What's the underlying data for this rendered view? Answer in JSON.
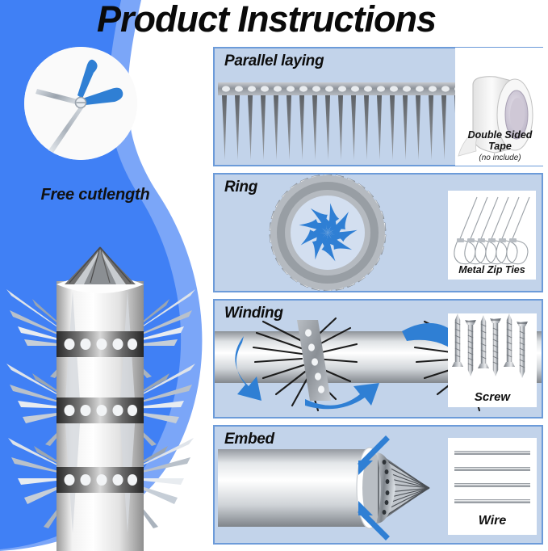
{
  "page": {
    "title": "Product Instructions",
    "background_color": "#ffffff",
    "accent_blue": "#4080f5",
    "accent_blue_light": "#7ba6f8",
    "panel_fill": "#c2d3ea",
    "panel_border": "#6c9bd9"
  },
  "highlight": {
    "badge_icon": "scissors-icon",
    "label": "Free cutlength"
  },
  "product": {
    "icon": "spiked-pole-product-photo",
    "band_count": 3
  },
  "panels": [
    {
      "id": "parallel",
      "title": "Parallel laying",
      "art": "spike-strip-row-icon",
      "inset": {
        "icon": "double-sided-tape-roll-icon",
        "label": "Double Sided Tape",
        "sublabel": "(no include)"
      }
    },
    {
      "id": "ring",
      "title": "Ring",
      "art": "spike-ring-circle-icon",
      "inset": {
        "icon": "metal-zip-ties-icon",
        "label": "Metal Zip Ties",
        "sublabel": ""
      }
    },
    {
      "id": "winding",
      "title": "Winding",
      "art": "spike-strip-wound-on-pipe-icon",
      "inset": {
        "icon": "screws-icon",
        "label": "Screw",
        "sublabel": ""
      }
    },
    {
      "id": "embed",
      "title": "Embed",
      "art": "spike-cone-embedded-in-pipe-icon",
      "inset": {
        "icon": "wire-strands-icon",
        "label": "Wire",
        "sublabel": ""
      }
    }
  ]
}
